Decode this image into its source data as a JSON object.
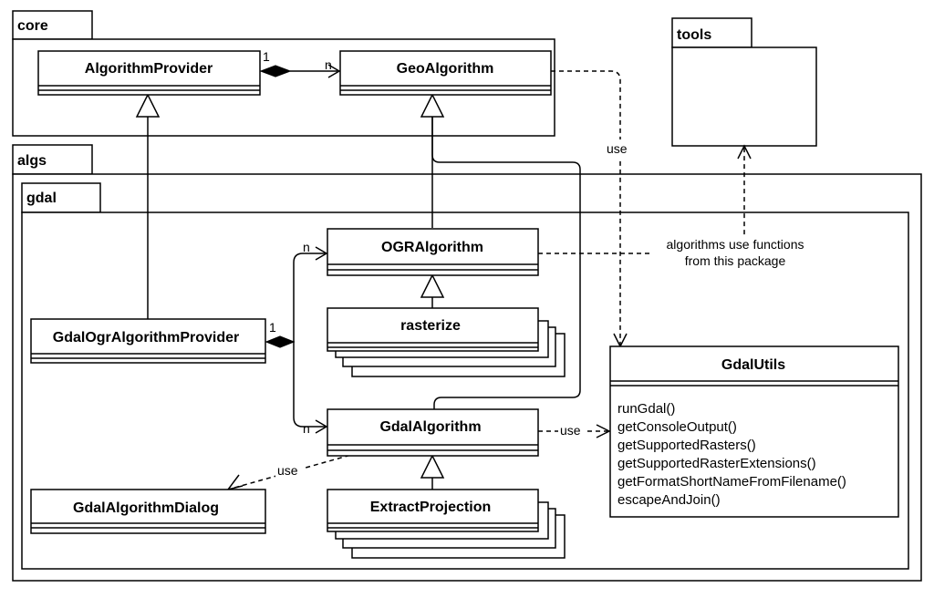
{
  "packages": {
    "core": "core",
    "tools": "tools",
    "algs": "algs",
    "gdal": "gdal"
  },
  "classes": {
    "algorithm_provider": "AlgorithmProvider",
    "geo_algorithm": "GeoAlgorithm",
    "ogr_algorithm": "OGRAlgorithm",
    "rasterize": "rasterize",
    "gdal_ogr_provider": "GdalOgrAlgorithmProvider",
    "gdal_algorithm": "GdalAlgorithm",
    "gdal_algorithm_dialog": "GdalAlgorithmDialog",
    "extract_projection": "ExtractProjection",
    "gdal_utils": "GdalUtils"
  },
  "gdal_utils_methods": [
    "runGdal()",
    "getConsoleOutput()",
    "getSupportedRasters()",
    "getSupportedRasterExtensions()",
    "getFormatShortNameFromFilename()",
    "escapeAndJoin()"
  ],
  "multiplicities": {
    "core_one": "1",
    "core_n": "n",
    "gdal_one": "1",
    "ogr_n": "n",
    "gdal_n": "n"
  },
  "relation_labels": {
    "use_geo_to_utils": "use",
    "use_gdal_to_utils": "use",
    "use_dialog": "use"
  },
  "note": {
    "line1": "algorithms use functions",
    "line2": "from this package"
  }
}
